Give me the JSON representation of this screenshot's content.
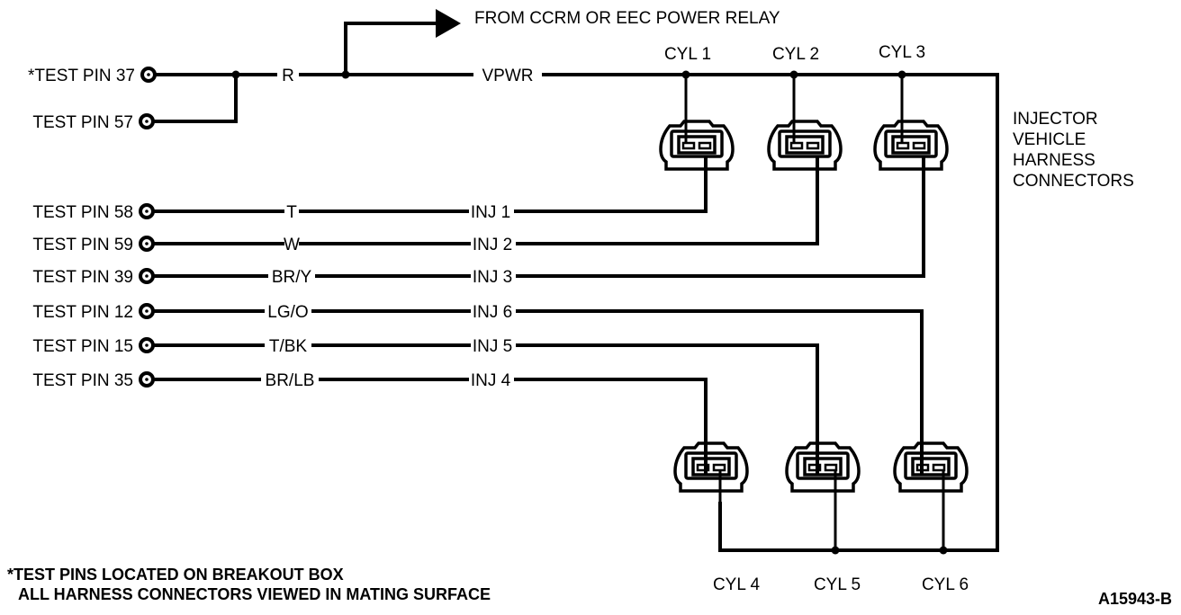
{
  "power_source_label": "FROM CCRM OR EEC POWER RELAY",
  "power_wire": {
    "color_code": "R",
    "signal": "VPWR"
  },
  "power_pins": [
    {
      "label": "*TEST PIN 37"
    },
    {
      "label": "TEST PIN 57"
    }
  ],
  "injector_circuits": [
    {
      "pin_label": "TEST PIN 58",
      "wire_color": "T",
      "injector": "INJ 1"
    },
    {
      "pin_label": "TEST PIN 59",
      "wire_color": "W",
      "injector": "INJ 2"
    },
    {
      "pin_label": "TEST PIN 39",
      "wire_color": "BR/Y",
      "injector": "INJ 3"
    },
    {
      "pin_label": "TEST PIN 12",
      "wire_color": "LG/O",
      "injector": "INJ 6"
    },
    {
      "pin_label": "TEST PIN 15",
      "wire_color": "T/BK",
      "injector": "INJ 5"
    },
    {
      "pin_label": "TEST PIN 35",
      "wire_color": "BR/LB",
      "injector": "INJ 4"
    }
  ],
  "cylinders_top": [
    "CYL 1",
    "CYL 2",
    "CYL 3"
  ],
  "cylinders_bottom": [
    "CYL 4",
    "CYL 5",
    "CYL 6"
  ],
  "connector_caption": [
    "INJECTOR",
    "VEHICLE",
    "HARNESS",
    "CONNECTORS"
  ],
  "footnotes": [
    "*TEST PINS LOCATED ON BREAKOUT BOX",
    "ALL HARNESS CONNECTORS VIEWED IN MATING SURFACE"
  ],
  "figure_id": "A15943-B"
}
